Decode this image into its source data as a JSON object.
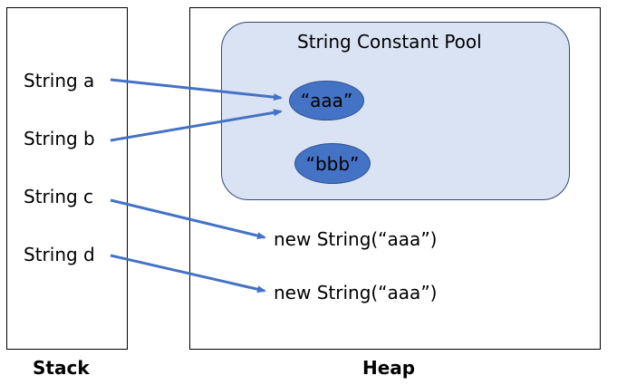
{
  "stack": {
    "label": "Stack",
    "variables": [
      "String a",
      "String b",
      "String c",
      "String d"
    ]
  },
  "heap": {
    "label": "Heap",
    "pool": {
      "title": "String Constant Pool",
      "literals": [
        "“aaa”",
        "“bbb”"
      ]
    },
    "objects": [
      "new String(“aaa”)",
      "new String(“aaa”)"
    ]
  },
  "colors": {
    "arrow": "#4472c4",
    "pool_fill": "#dae3f3",
    "literal_fill": "#4472c4"
  }
}
